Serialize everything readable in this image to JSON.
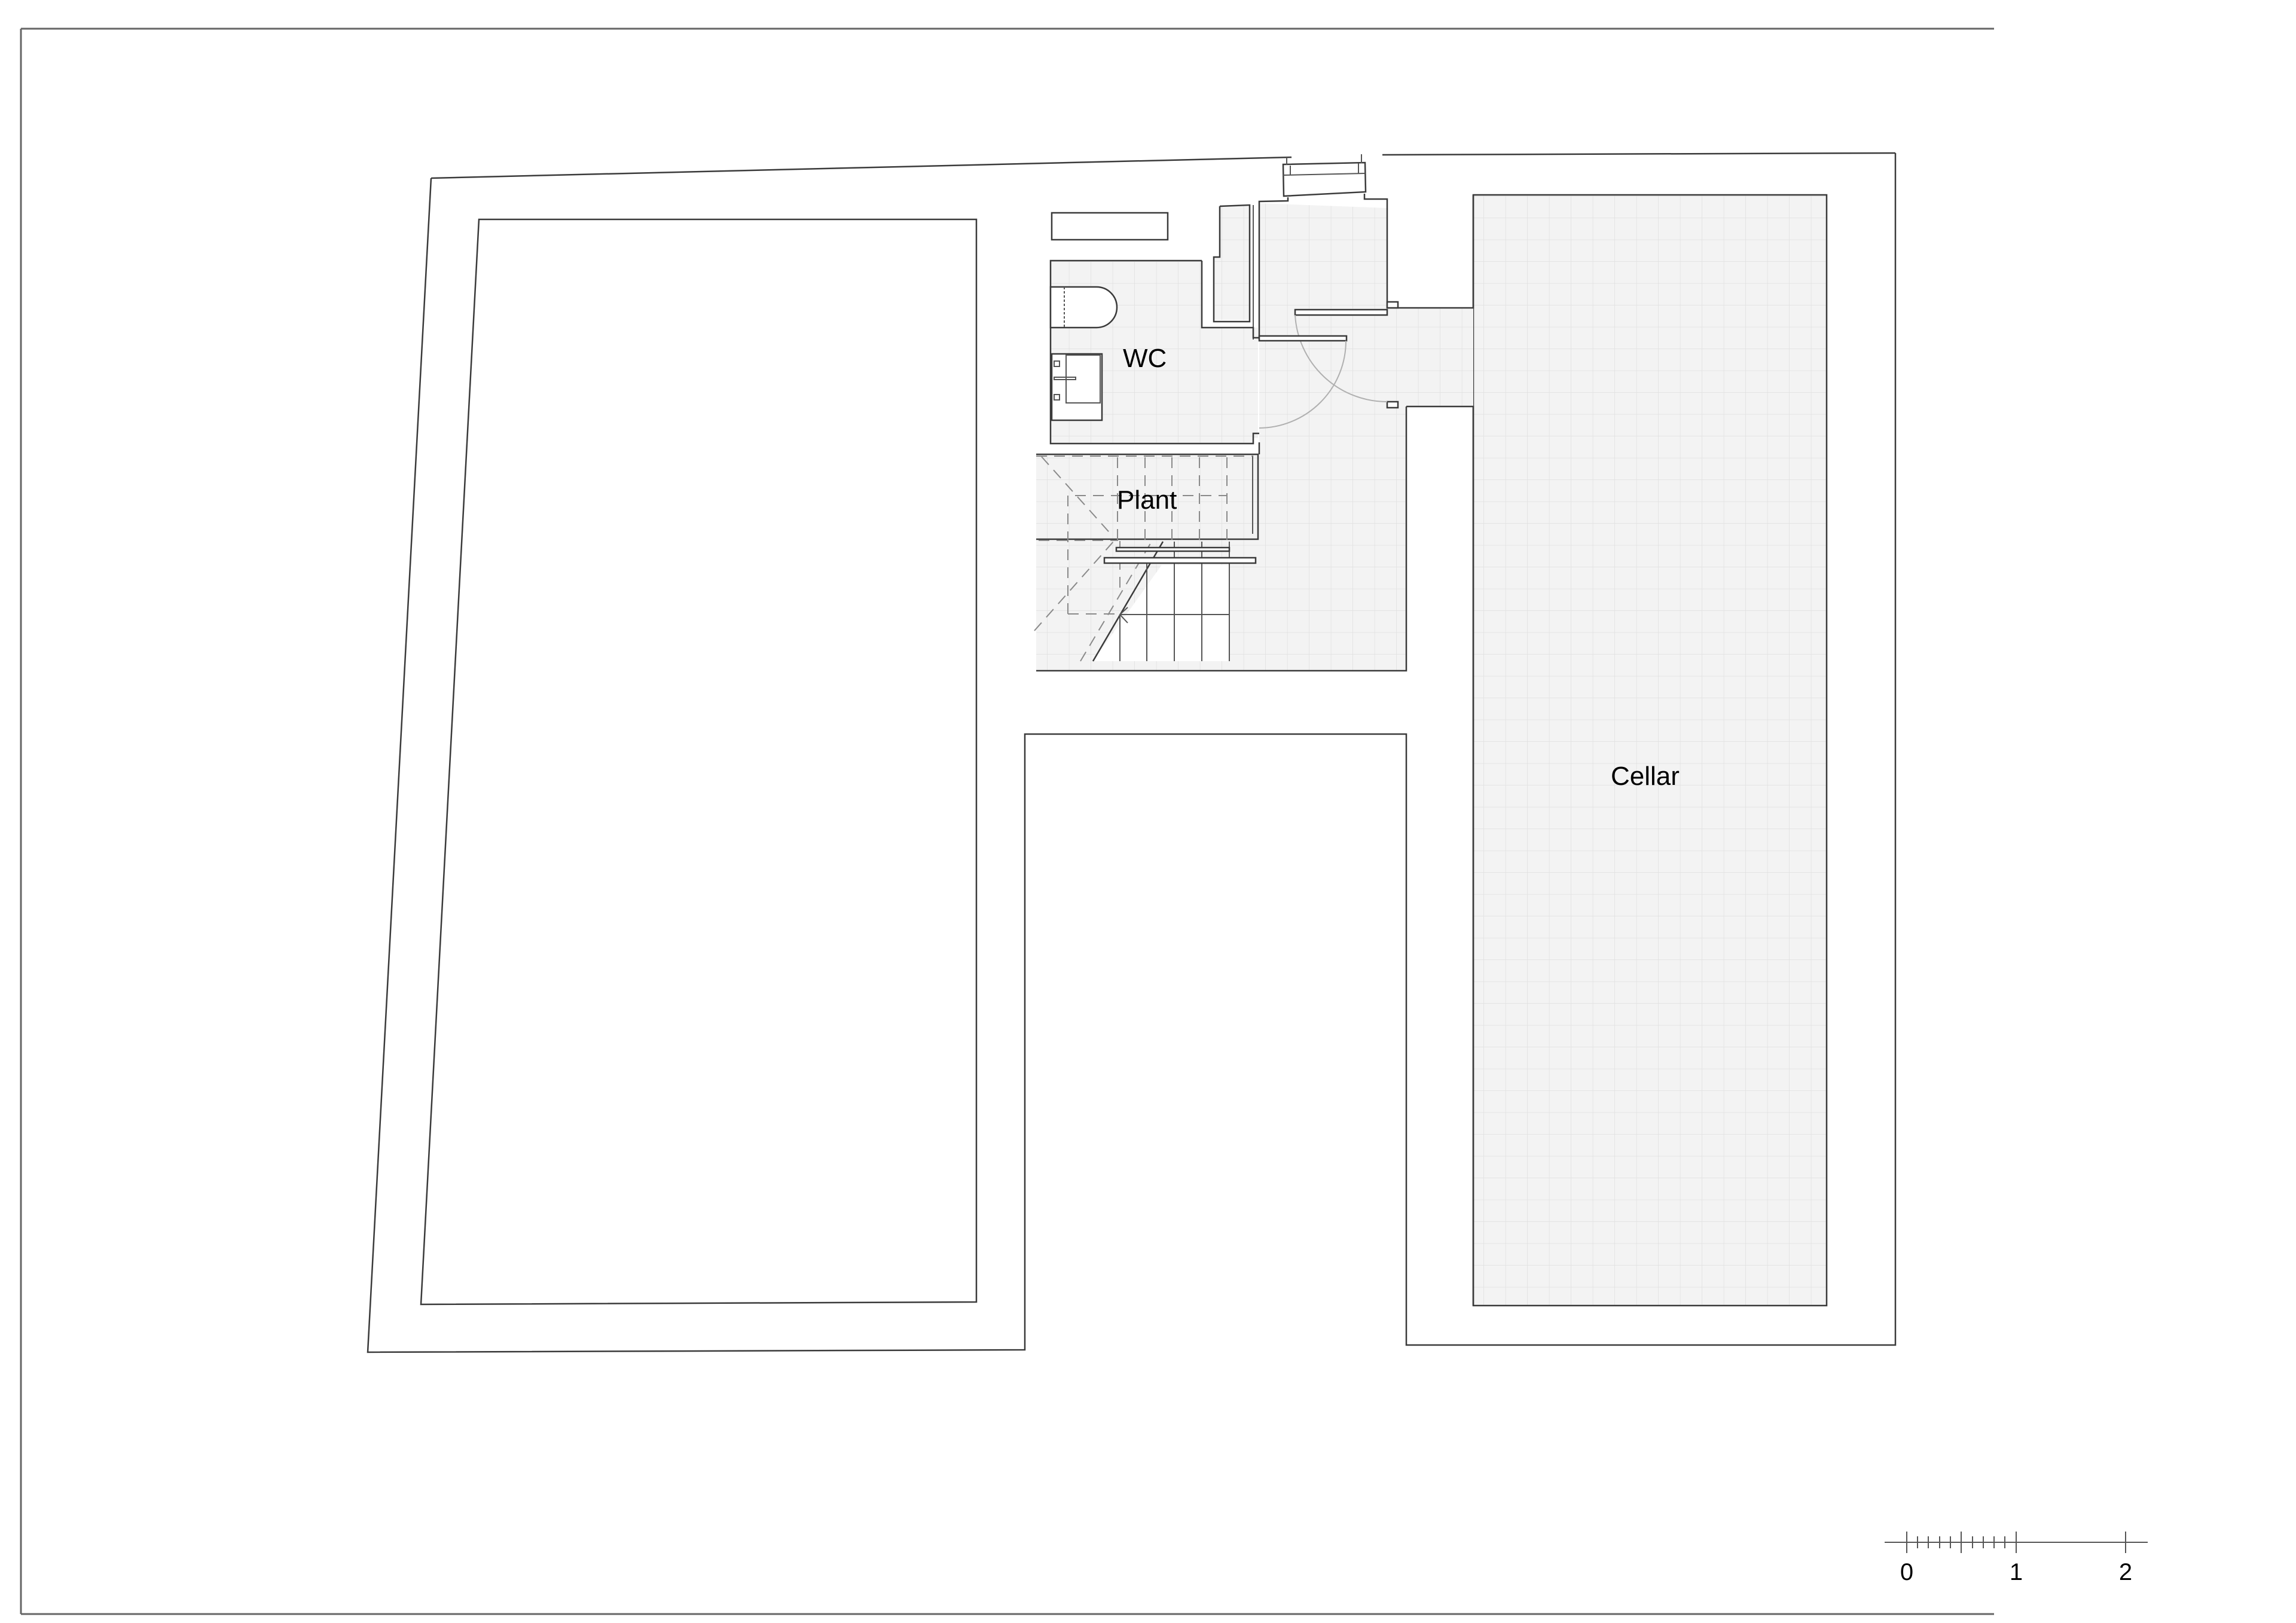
{
  "drawing": {
    "type": "architectural floor plan",
    "level": "basement",
    "colors": {
      "background": "#ffffff",
      "line": "#3a3a3a",
      "floor_fill": "#f3f3f3",
      "grid": "#e2e2e2",
      "door_arc": "#b0b0b0",
      "hidden_dashed": "#8a8a8a"
    }
  },
  "rooms": [
    {
      "id": "wc",
      "label": "WC"
    },
    {
      "id": "plant",
      "label": "Plant"
    },
    {
      "id": "cellar",
      "label": "Cellar"
    }
  ],
  "scale_bar": {
    "unit_labels": [
      "0",
      "1",
      "2"
    ],
    "minor_divisions_first_unit": 10
  }
}
